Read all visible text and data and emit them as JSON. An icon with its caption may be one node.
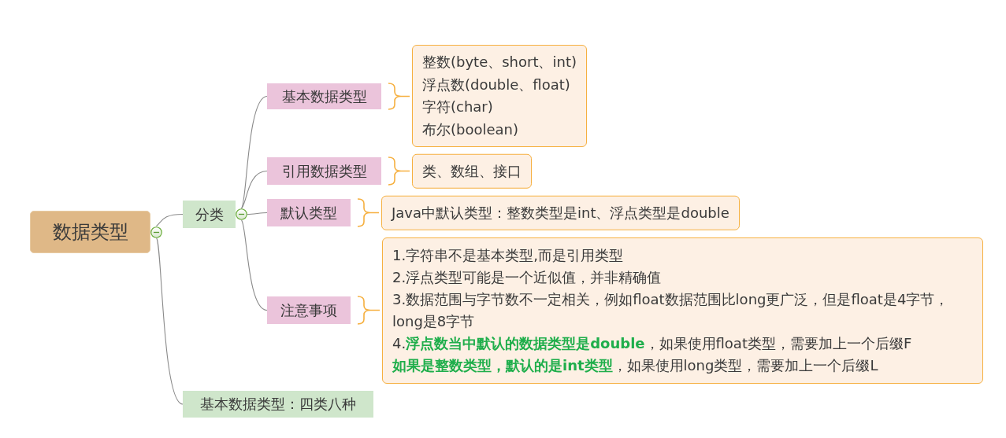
{
  "diagram": {
    "nodes": [
      {
        "text": [
          "数据类型"
        ]
      },
      {
        "text": [
          "分类"
        ]
      },
      {
        "text": [
          "基本数据类型"
        ]
      },
      {
        "text": [
          "整数(byte、short、int)",
          "浮点数(double、float)",
          "字符(char)",
          "布尔(boolean)"
        ]
      },
      {
        "text": [
          "引用数据类型"
        ]
      },
      {
        "text": [
          "类、数组、接口"
        ]
      },
      {
        "text": [
          "默认类型"
        ]
      },
      {
        "text": [
          "Java中默认类型：整数类型是int、浮点类型是double"
        ]
      },
      {
        "text": [
          "注意事项"
        ]
      },
      {
        "text": [
          "1.字符串不是基本类型,而是引用类型",
          "2.浮点类型可能是一个近似值，并非精确值",
          "3.数据范围与字节数不一定相关，例如float数据范围比long更广泛，但是float是4字节，long是8字节",
          "4.**浮点数当中默认的数据类型是double**，如果使用float类型，需要加上一个后缀F",
          "**如果是整数类型，默认的是int类型**，如果使用long类型，需要加上一个后缀L"
        ]
      },
      {
        "text": [
          "基本数据类型：四类八种"
        ]
      }
    ],
    "edges": [
      {
        "from": 0,
        "to": 1,
        "arrow": "none"
      },
      {
        "from": 0,
        "to": 10,
        "arrow": "none"
      },
      {
        "from": 1,
        "to": 2,
        "arrow": "none"
      },
      {
        "from": 1,
        "to": 4,
        "arrow": "none"
      },
      {
        "from": 1,
        "to": 6,
        "arrow": "none"
      },
      {
        "from": 1,
        "to": 8,
        "arrow": "none"
      },
      {
        "from": 2,
        "to": 3,
        "arrow": "none",
        "color": "#f6b040"
      },
      {
        "from": 4,
        "to": 5,
        "arrow": "none",
        "color": "#f6b040"
      },
      {
        "from": 6,
        "to": 7,
        "arrow": "none",
        "color": "#f6b040"
      },
      {
        "from": 8,
        "to": 9,
        "arrow": "none",
        "color": "#f6b040"
      }
    ]
  }
}
